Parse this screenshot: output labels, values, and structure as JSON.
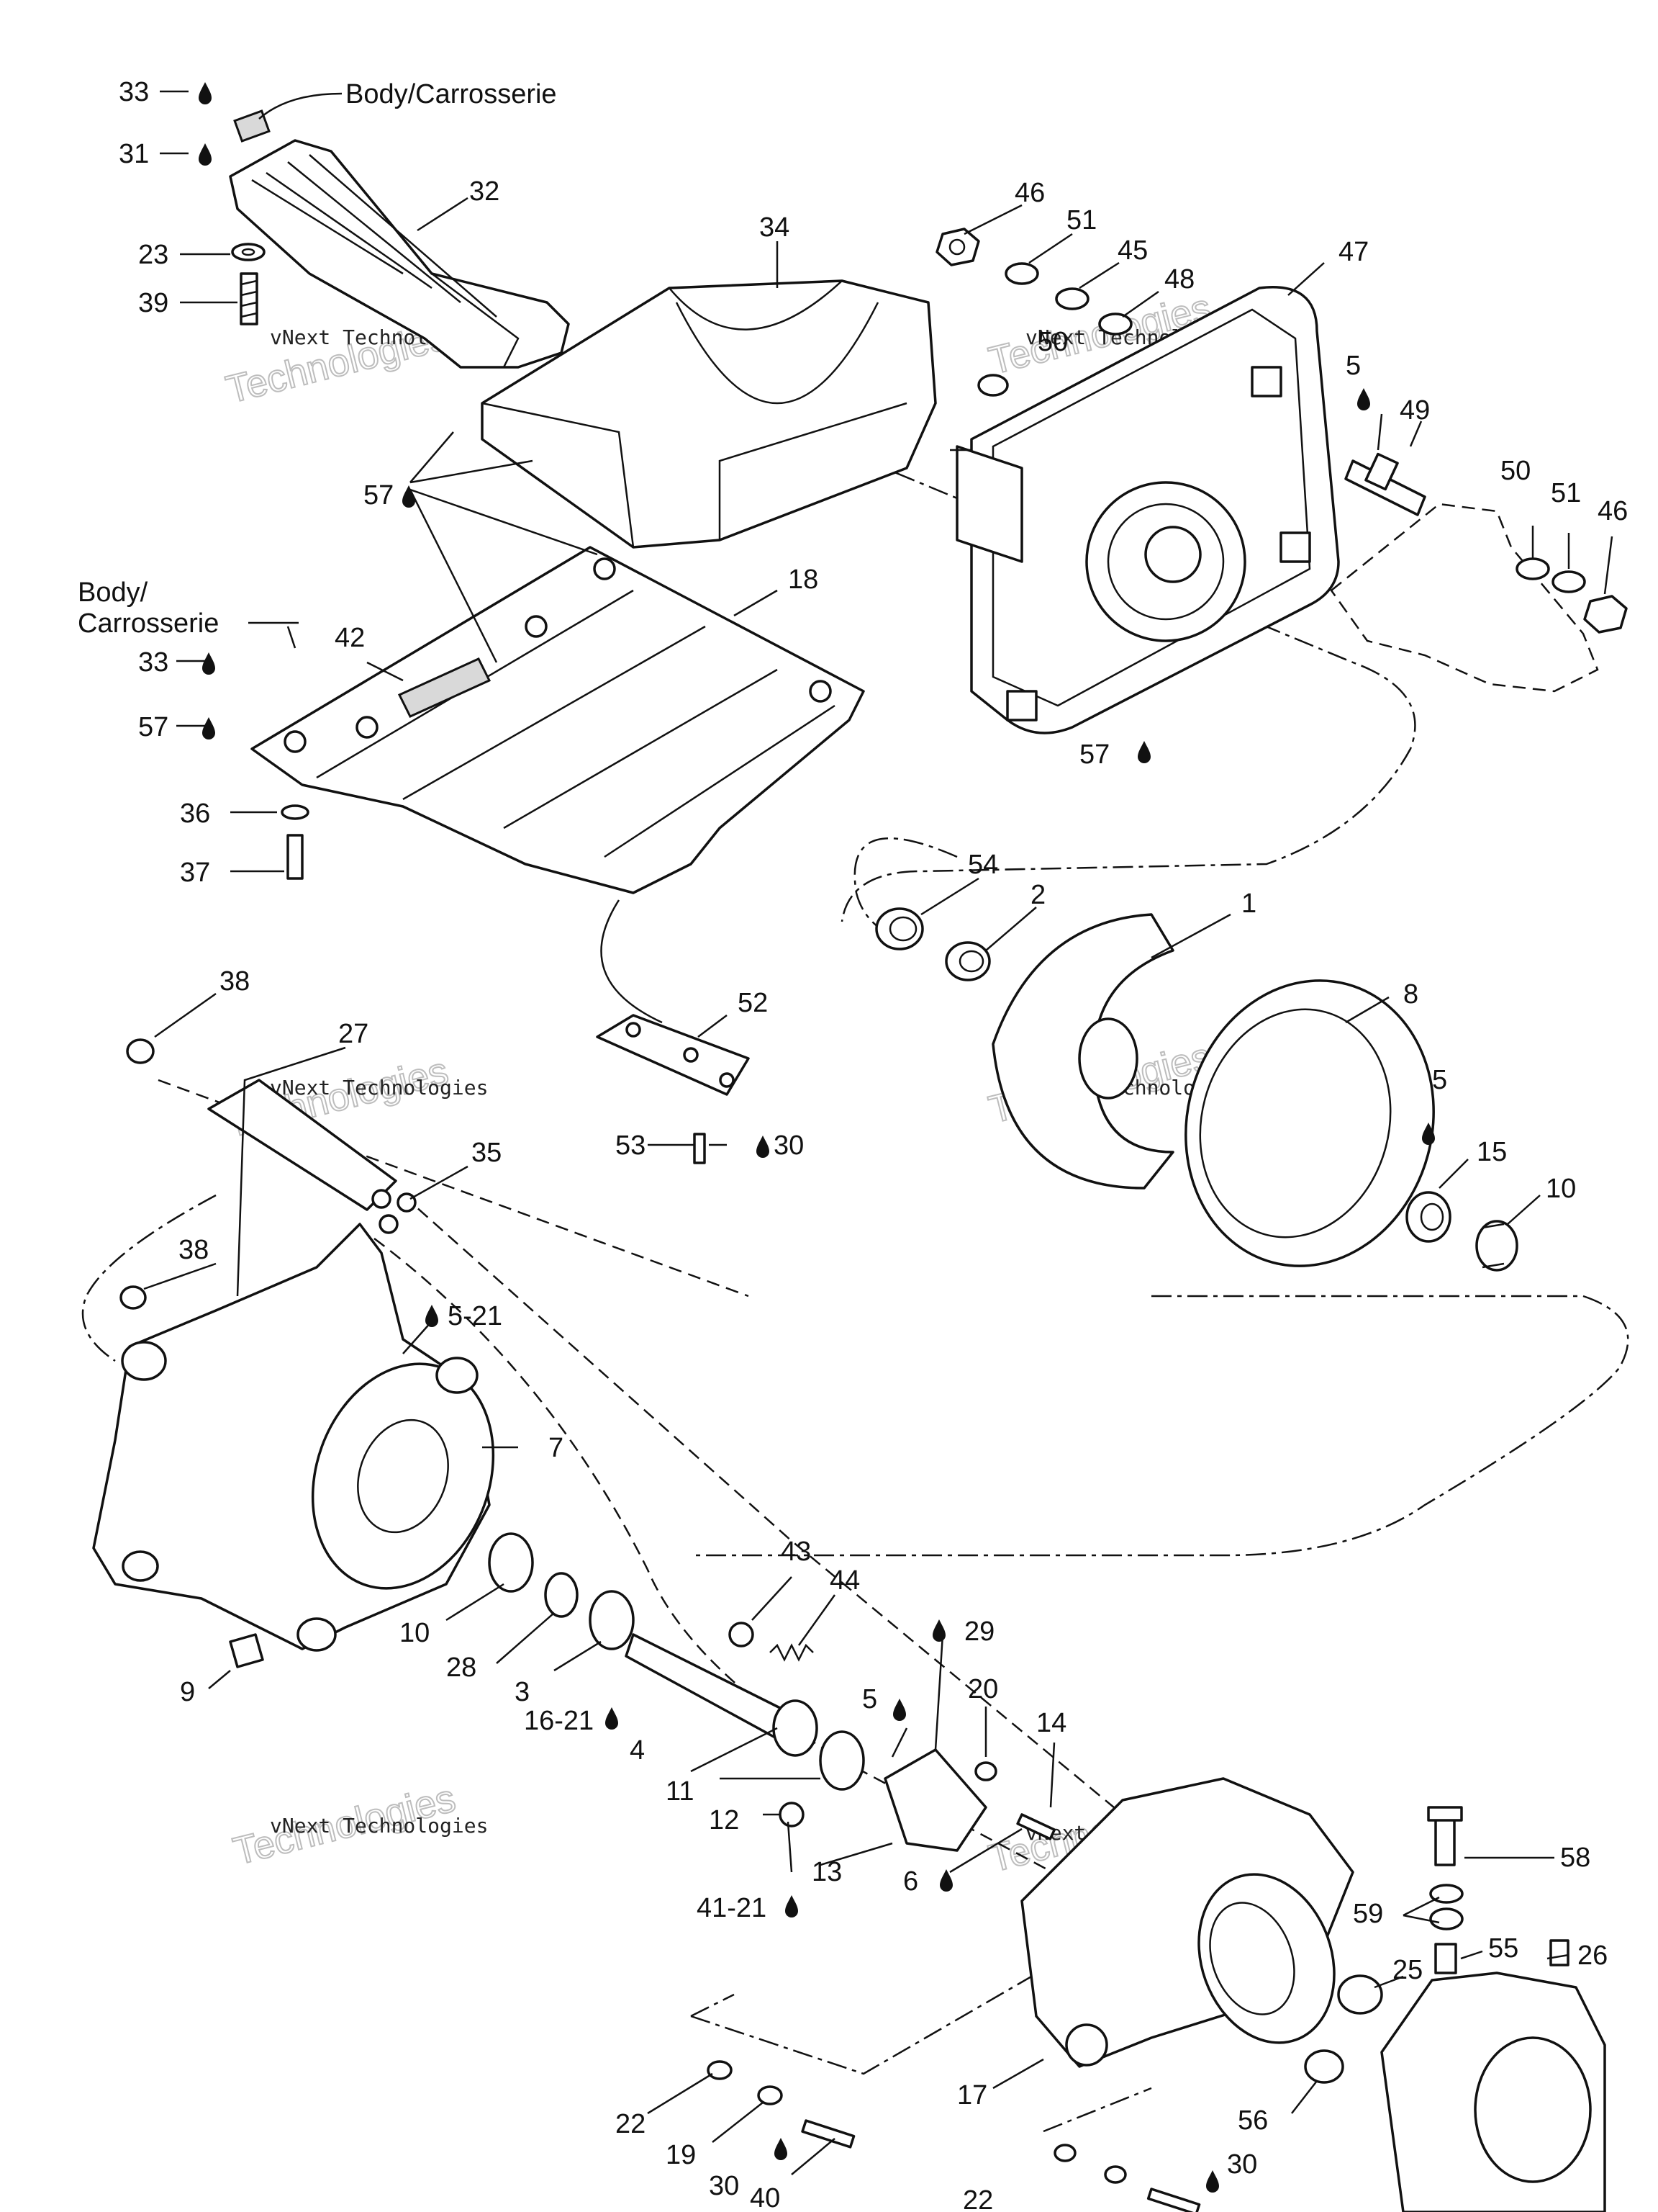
{
  "labels": {
    "l33a": "33",
    "l31": "31",
    "body_top": "Body/Carrosserie",
    "l32": "32",
    "l23": "23",
    "l39": "39",
    "l34": "34",
    "l46a": "46",
    "l51a": "51",
    "l45": "45",
    "l48": "48",
    "l47": "47",
    "l50a": "50",
    "l5a": "5",
    "l49": "49",
    "l50b": "50",
    "l51b": "51",
    "l46b": "46",
    "l57a": "57",
    "l18": "18",
    "body_mid1": "Body/",
    "body_mid2": "Carrosserie",
    "l33b": "33",
    "l42": "42",
    "l57b": "57",
    "l36": "36",
    "l37": "37",
    "l57c": "57",
    "l54": "54",
    "l2": "2",
    "l1": "1",
    "l8": "8",
    "l52": "52",
    "l53": "53",
    "l30a": "30",
    "l38a": "38",
    "l27": "27",
    "l35": "35",
    "l5b": "5",
    "l15": "15",
    "l10a": "10",
    "l38b": "38",
    "l5_21": "5-21",
    "l7": "7",
    "l43": "43",
    "l44": "44",
    "l29": "29",
    "l10b": "10",
    "l28": "28",
    "l3": "3",
    "l9": "9",
    "l16_21": "16-21",
    "l5c": "5",
    "l20": "20",
    "l14": "14",
    "l4": "4",
    "l11": "11",
    "l12": "12",
    "l13": "13",
    "l6": "6",
    "l41_21": "41-21",
    "l58": "58",
    "l59": "59",
    "l25": "25",
    "l55": "55",
    "l26": "26",
    "l17": "17",
    "l56": "56",
    "l22a": "22",
    "l19": "19",
    "l30b": "30",
    "l40": "40",
    "l22b": "22",
    "l30c": "30"
  },
  "watermark": {
    "line1": "vNext Technologies",
    "line2": "vNext",
    "line3": "Technologies"
  },
  "icons": [
    "loctite-drop-icon"
  ]
}
